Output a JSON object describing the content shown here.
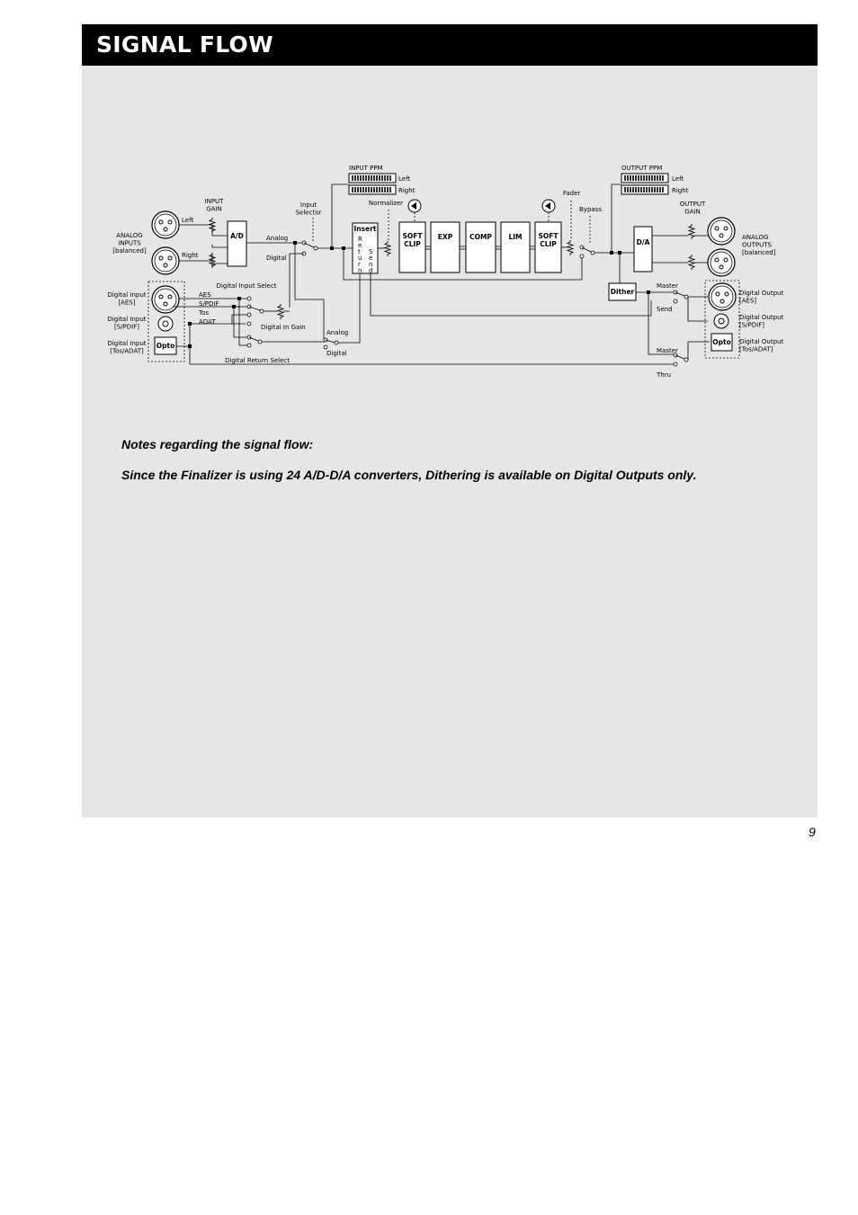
{
  "header": {
    "title": "SIGNAL FLOW"
  },
  "diagram": {
    "inputs": {
      "analog": "ANALOG\nINPUTS\n[balanced]",
      "left": "Left",
      "right": "Right",
      "input_gain": "INPUT\nGAIN",
      "digital_aes": "Digital Input\n[AES]",
      "digital_spdif": "Digital Input\n[S/PDIF]",
      "digital_tos": "Digital Input\n[Tos/ADAT]"
    },
    "blocks": {
      "ad": "A/D",
      "insert": "Insert",
      "return": "Return",
      "send": "Send",
      "soft_clip_1": "SOFT\nCLIP",
      "exp": "EXP",
      "comp": "COMP",
      "lim": "LIM",
      "soft_clip_2": "SOFT\nCLIP",
      "da": "D/A",
      "dither": "Dither",
      "opto_in": "Opto",
      "opto_out": "Opto"
    },
    "labels": {
      "input_ppm": "INPUT PPM",
      "output_ppm": "OUTPUT PPM",
      "left": "Left",
      "right": "Right",
      "input_selector": "Input\nSelector",
      "analog": "Analog",
      "digital": "Digital",
      "normalizer": "Normalizer",
      "fader": "Fader",
      "bypass": "Bypass",
      "output_gain": "OUTPUT\nGAIN",
      "digital_input_select": "Digital Input Select",
      "aes": "AES",
      "spdif": "S/PDIF",
      "tos": "Tos",
      "adat": "ADAT",
      "digital_in_gain": "Digital In Gain",
      "analog_2": "Analog",
      "digital_2": "Digital",
      "digital_return_select": "Digital Return Select",
      "master_1": "Master",
      "send_out": "Send",
      "master_2": "Master",
      "thru": "Thru"
    },
    "outputs": {
      "analog": "ANALOG\nOUTPUTS\n[balanced]",
      "digital_aes": "Digital Output\n[AES]",
      "digital_spdif": "Digital Output\n[S/PDIF]",
      "digital_tos": "Digital Output\n[Tos/ADAT]"
    }
  },
  "notes": {
    "heading": "Notes regarding the signal flow:",
    "body": "Since the Finalizer is using 24 A/D-D/A converters, Dithering is available on Digital Outputs only."
  },
  "page_number": "9"
}
